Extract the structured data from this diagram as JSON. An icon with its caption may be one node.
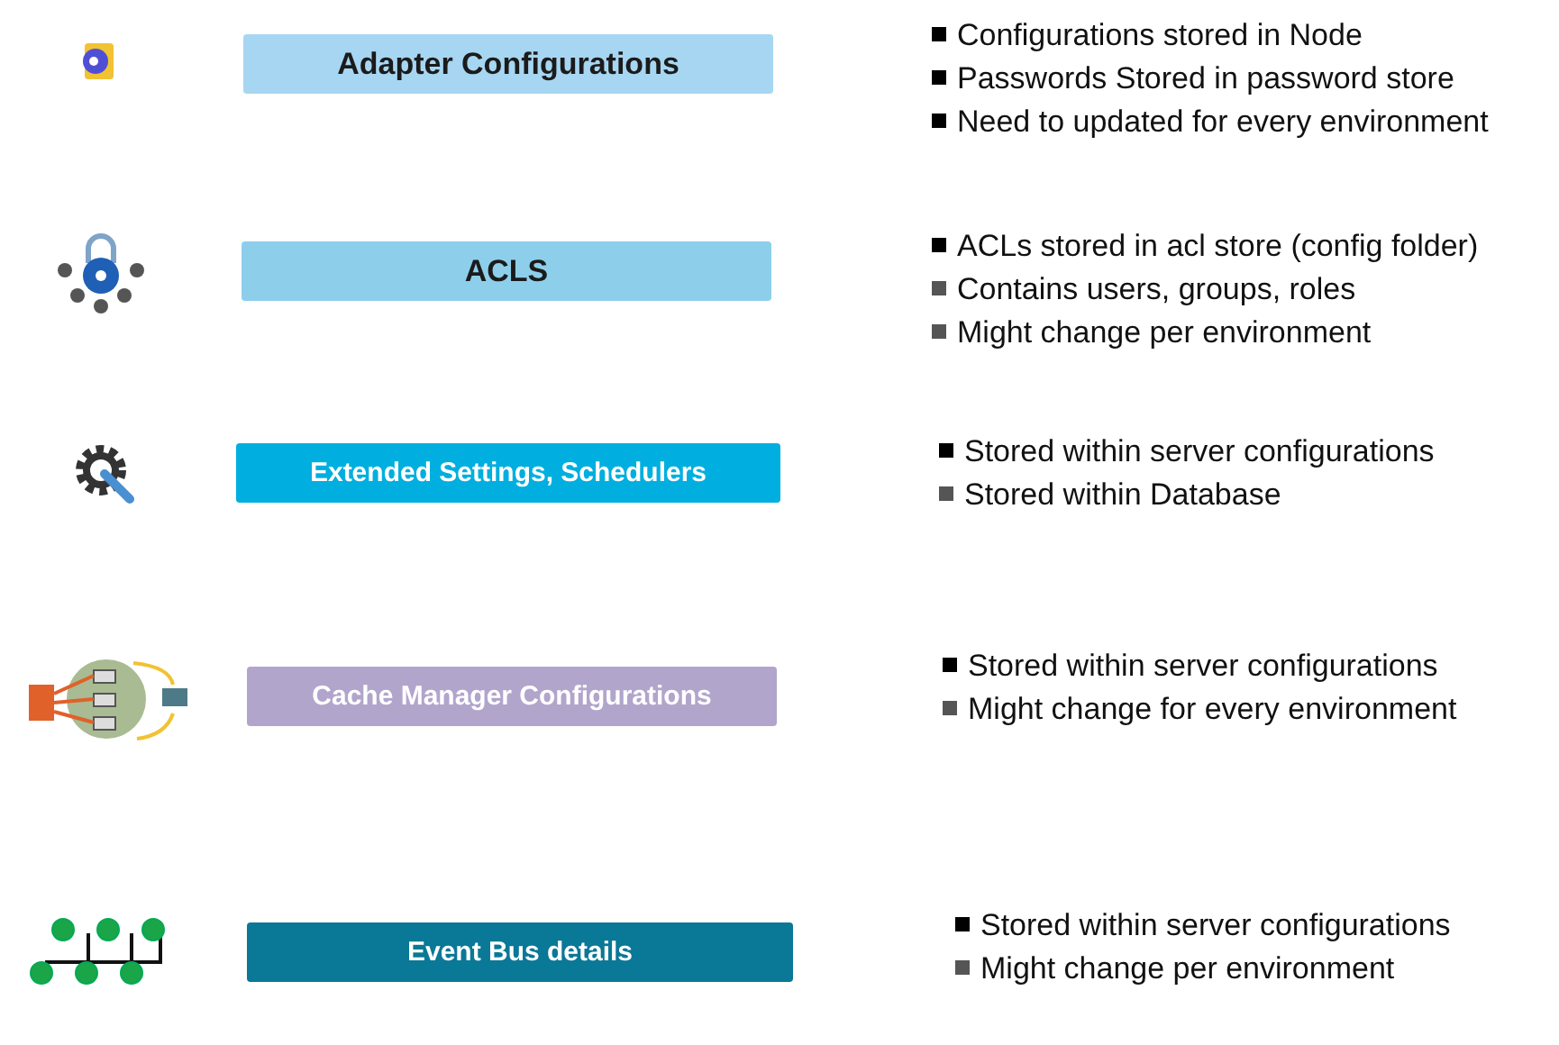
{
  "diagram": {
    "nodes": [
      {
        "text": [
          "Adapter Configurations"
        ],
        "beside": [
          "Configurations stored in Node",
          "Passwords Stored in password store",
          "Need to updated for every environment"
        ]
      },
      {
        "text": [
          "ACLS"
        ],
        "beside": [
          "ACLs stored in acl store (config folder)",
          "Contains users, groups, roles",
          "Might change per environment"
        ]
      },
      {
        "text": [
          "Extended Settings, Schedulers"
        ],
        "beside": [
          "Stored within server configurations",
          "Stored within Database"
        ]
      },
      {
        "text": [
          "Cache Manager Configurations"
        ],
        "beside": [
          "Stored within server configurations",
          "Might change for every environment"
        ]
      },
      {
        "text": [
          "Event Bus details"
        ],
        "beside": [
          "Stored within server configurations",
          "Might change per environment"
        ]
      }
    ],
    "edges": []
  }
}
